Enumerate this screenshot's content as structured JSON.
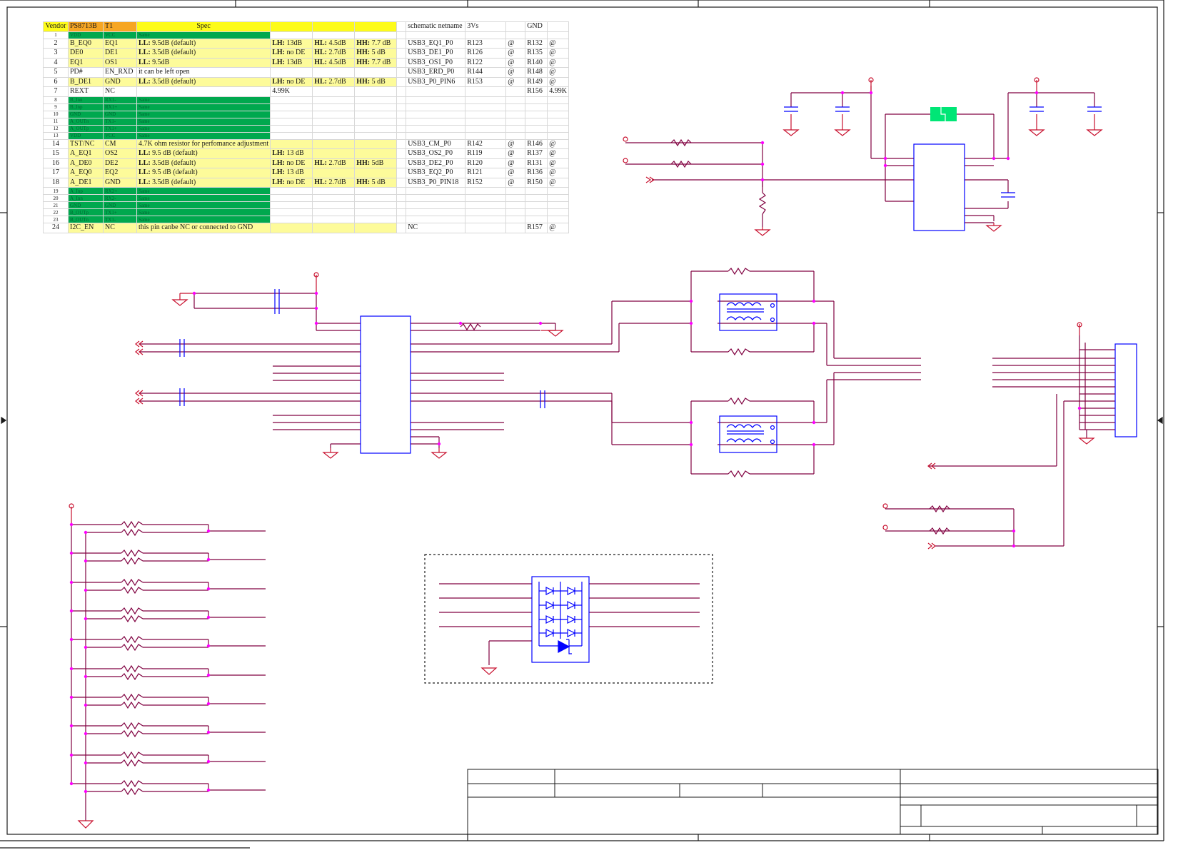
{
  "colors": {
    "border": "#1a1a1a",
    "wire": "#800040",
    "wire_red": "#c8102e",
    "component": "#0000ff",
    "ground": "#d01010",
    "junction": "#ff00ff",
    "highlight_yellow": "#fdfb9a",
    "highlight_green": "#00a84e",
    "header_orange": "#f6a623"
  },
  "table": {
    "header": [
      "Vendor",
      "PS8713B",
      "T1",
      "Spec",
      "",
      "",
      "",
      "",
      "schematic netname",
      "3Vs",
      "",
      "GND",
      ""
    ],
    "rows": [
      {
        "style": "grn",
        "cells": [
          "1",
          "VDD",
          "VCC",
          "Same",
          "",
          "",
          "",
          "",
          "",
          "",
          "",
          "",
          ""
        ]
      },
      {
        "style": "yel",
        "cells": [
          "2",
          "B_EQ0",
          "EQ1",
          "LL: 9.5dB (default)",
          "LH: 13dB",
          "HL: 4.5dB",
          "HH: 7.7 dB",
          "",
          "USB3_EQ1_P0",
          "R123",
          "@",
          "R132",
          "@"
        ]
      },
      {
        "style": "yel",
        "cells": [
          "3",
          "DE0",
          "DE1",
          "LL: 3.5dB (default)",
          "LH: no DE",
          "HL: 2.7dB",
          "HH: 5 dB",
          "",
          "USB3_DE1_P0",
          "R126",
          "@",
          "R135",
          "@"
        ]
      },
      {
        "style": "yel",
        "cells": [
          "4",
          "EQ1",
          "OS1",
          "LL: 9.5dB",
          "LH: 13dB",
          "HL: 4.5dB",
          "HH: 7.7 dB",
          "",
          "USB3_OS1_P0",
          "R122",
          "@",
          "R140",
          "@"
        ]
      },
      {
        "style": "",
        "cells": [
          "5",
          "PD#",
          "EN_RXD",
          "it can be left open",
          "",
          "",
          "",
          "",
          "USB3_ERD_P0",
          "R144",
          "@",
          "R148",
          "@"
        ]
      },
      {
        "style": "yel",
        "cells": [
          "6",
          "B_DE1",
          "GND",
          "LL: 3.5dB (default)",
          "LH: no DE",
          "HL: 2.7dB",
          "HH: 5 dB",
          "",
          "USB3_P0_PIN6",
          "R153",
          "@",
          "R149",
          "@"
        ]
      },
      {
        "style": "",
        "cells": [
          "7",
          "REXT",
          "NC",
          "",
          "4.99K",
          "",
          "",
          "",
          "",
          "",
          "",
          "R156",
          "4.99K"
        ]
      },
      {
        "style": "grn",
        "cells": [
          "8",
          "B_Inn",
          "RX1-",
          "Same",
          "",
          "",
          "",
          "",
          "",
          "",
          "",
          "",
          ""
        ]
      },
      {
        "style": "grn",
        "cells": [
          "9",
          "B_Inp",
          "RX1+",
          "Same",
          "",
          "",
          "",
          "",
          "",
          "",
          "",
          "",
          ""
        ]
      },
      {
        "style": "grn",
        "cells": [
          "10",
          "GND",
          "GND",
          "Same",
          "",
          "",
          "",
          "",
          "",
          "",
          "",
          "",
          ""
        ]
      },
      {
        "style": "grn",
        "cells": [
          "11",
          "A_OUTn",
          "TX1-",
          "Same",
          "",
          "",
          "",
          "",
          "",
          "",
          "",
          "",
          ""
        ]
      },
      {
        "style": "grn",
        "cells": [
          "12",
          "A_OUTp",
          "TX1+",
          "Same",
          "",
          "",
          "",
          "",
          "",
          "",
          "",
          "",
          ""
        ]
      },
      {
        "style": "grn",
        "cells": [
          "13",
          "VDD",
          "VCC",
          "Same",
          "",
          "",
          "",
          "",
          "",
          "",
          "",
          "",
          ""
        ]
      },
      {
        "style": "yel",
        "cells": [
          "14",
          "TST/NC",
          "CM",
          "4.7K ohm resistor for perfomance adjustment",
          "",
          "",
          "",
          "",
          "USB3_CM_P0",
          "R142",
          "@",
          "R146",
          "@"
        ]
      },
      {
        "style": "yel",
        "cells": [
          "15",
          "A_EQ1",
          "OS2",
          "LL: 9.5 dB (default)",
          "LH: 13 dB",
          "",
          "",
          "",
          "USB3_OS2_P0",
          "R119",
          "@",
          "R137",
          "@"
        ]
      },
      {
        "style": "yel",
        "cells": [
          "16",
          "A_DE0",
          "DE2",
          "LL: 3.5dB (default)",
          "LH: no DE",
          "HL: 2.7dB",
          "HH: 5dB",
          "",
          "USB3_DE2_P0",
          "R120",
          "@",
          "R131",
          "@"
        ]
      },
      {
        "style": "yel",
        "cells": [
          "17",
          "A_EQ0",
          "EQ2",
          "LL: 9.5 dB (default)",
          "LH: 13 dB",
          "",
          "",
          "",
          "USB3_EQ2_P0",
          "R121",
          "@",
          "R136",
          "@"
        ]
      },
      {
        "style": "yel",
        "cells": [
          "18",
          "A_DE1",
          "GND",
          "LL: 3.5dB (default)",
          "LH: no DE",
          "HL: 2.7dB",
          "HH: 5 dB",
          "",
          "USB3_P0_PIN18",
          "R152",
          "@",
          "R150",
          "@"
        ]
      },
      {
        "style": "grn",
        "cells": [
          "19",
          "A_Inp",
          "RX2+",
          "Same",
          "",
          "",
          "",
          "",
          "",
          "",
          "",
          "",
          ""
        ]
      },
      {
        "style": "grn",
        "cells": [
          "20",
          "A_Inn",
          "RX2-",
          "Same",
          "",
          "",
          "",
          "",
          "",
          "",
          "",
          "",
          ""
        ]
      },
      {
        "style": "grn",
        "cells": [
          "21",
          "GND",
          "GND",
          "Same",
          "",
          "",
          "",
          "",
          "",
          "",
          "",
          "",
          ""
        ]
      },
      {
        "style": "grn",
        "cells": [
          "22",
          "B_OUTp",
          "TX1+",
          "Same",
          "",
          "",
          "",
          "",
          "",
          "",
          "",
          "",
          ""
        ]
      },
      {
        "style": "grn",
        "cells": [
          "23",
          "B_OUTn",
          "TX1-",
          "Same",
          "",
          "",
          "",
          "",
          "",
          "",
          "",
          "",
          ""
        ]
      },
      {
        "style": "yel",
        "cells": [
          "24",
          "I2C_EN",
          "NC",
          "this pin canbe NC or connected to GND",
          "",
          "",
          "",
          "",
          "NC",
          "",
          "",
          "R157",
          "@"
        ]
      }
    ]
  }
}
